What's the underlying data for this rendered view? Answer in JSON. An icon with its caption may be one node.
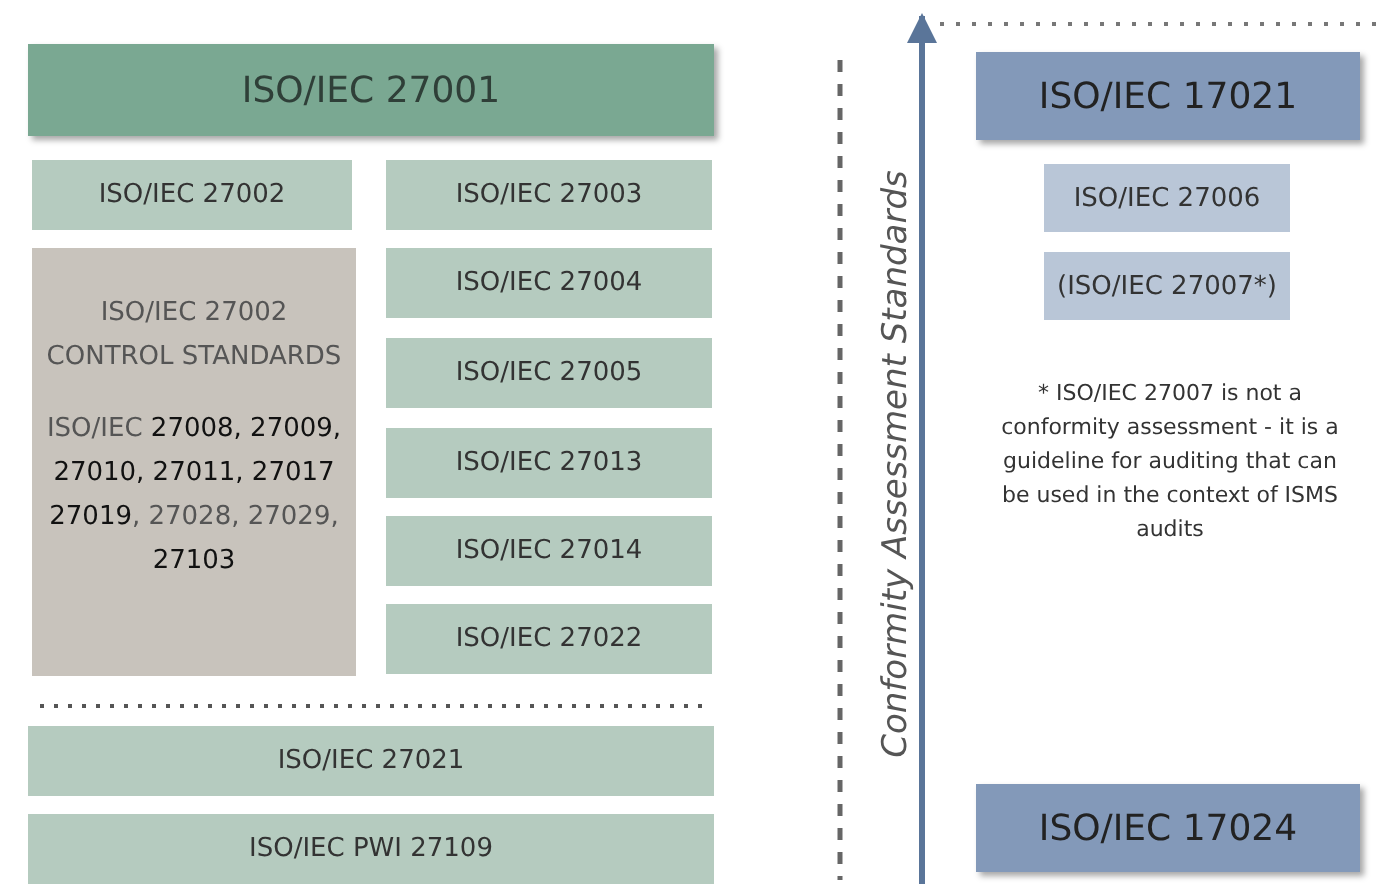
{
  "diagram": {
    "nodes": [
      {
        "text": [
          "ISO/IEC 27001"
        ]
      },
      {
        "text": [
          "ISO/IEC 27002"
        ]
      },
      {
        "text": [
          "ISO/IEC 27003"
        ]
      },
      {
        "text": [
          "ISO/IEC 27002 CONTROL STANDARDS",
          "ISO/IEC **27008, 27009, 27010, 27011, 27017 27019**, 27028, 27029, **27103**"
        ]
      },
      {
        "text": [
          "ISO/IEC 27004"
        ]
      },
      {
        "text": [
          "ISO/IEC 27005"
        ]
      },
      {
        "text": [
          "ISO/IEC 27013"
        ]
      },
      {
        "text": [
          "ISO/IEC 27014"
        ]
      },
      {
        "text": [
          "ISO/IEC 27022"
        ]
      },
      {
        "text": [
          "ISO/IEC 27021"
        ]
      },
      {
        "text": [
          "ISO/IEC PWI 27109"
        ]
      },
      {
        "text": [
          "ISO/IEC 17021"
        ]
      },
      {
        "text": [
          "ISO/IEC 27006"
        ]
      },
      {
        "text": [
          "(ISO/IEC 27007*)"
        ]
      },
      {
        "text": [
          "ISO/IEC 17024"
        ]
      }
    ],
    "labels": [
      "Conformity Assessment Standards",
      "* ISO/IEC 27007 is not a conformity assessment - it is a guideline for auditing that can be used in the context of ISMS audits"
    ]
  }
}
